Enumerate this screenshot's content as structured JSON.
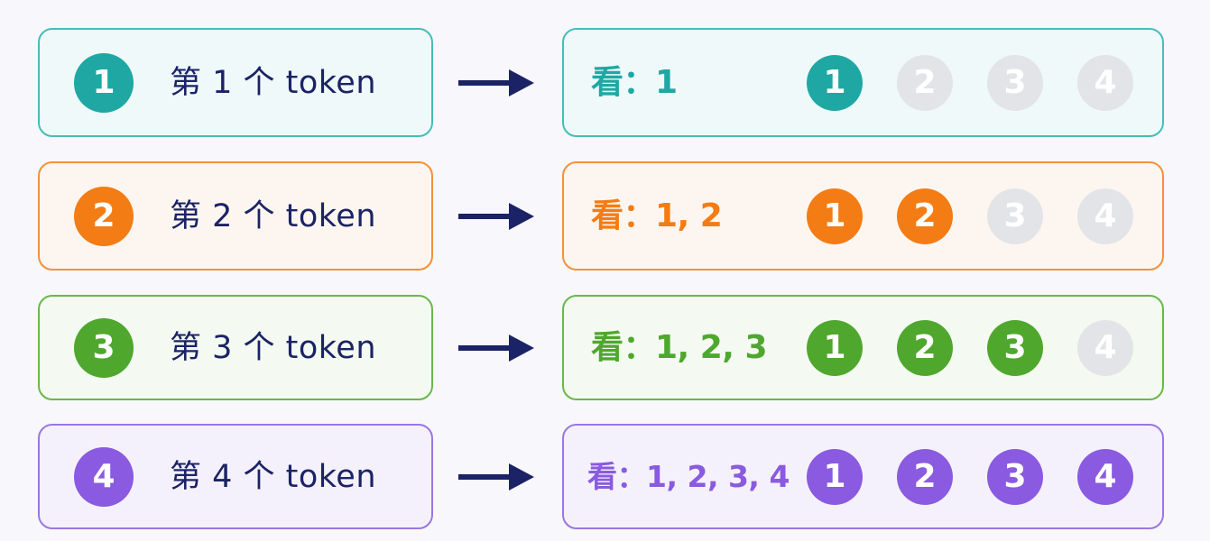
{
  "rows": [
    {
      "number": "1",
      "label": "第 1 个 token",
      "sees": "看：1",
      "accent": "#1fa8a3",
      "border": "#45bdb8",
      "fill": "#eff9fa",
      "visible_count": 1,
      "positions": [
        "1",
        "2",
        "3",
        "4"
      ]
    },
    {
      "number": "2",
      "label": "第 2 个 token",
      "sees": "看：1, 2",
      "accent": "#f47c14",
      "border": "#f3913a",
      "fill": "#fdf6f0",
      "visible_count": 2,
      "positions": [
        "1",
        "2",
        "3",
        "4"
      ]
    },
    {
      "number": "3",
      "label": "第 3 个 token",
      "sees": "看：1, 2, 3",
      "accent": "#4fa72e",
      "border": "#68b84b",
      "fill": "#f4faf1",
      "visible_count": 3,
      "positions": [
        "1",
        "2",
        "3",
        "4"
      ]
    },
    {
      "number": "4",
      "label": "第 4 个 token",
      "sees": "看：1, 2, 3, 4",
      "accent": "#8a5ae0",
      "border": "#9b76e0",
      "fill": "#f4f1fc",
      "visible_count": 4,
      "positions": [
        "1",
        "2",
        "3",
        "4"
      ]
    }
  ],
  "colors": {
    "inactive_dot": "#e3e4e8",
    "label_text": "#1b2366",
    "arrow": "#1b2366"
  }
}
